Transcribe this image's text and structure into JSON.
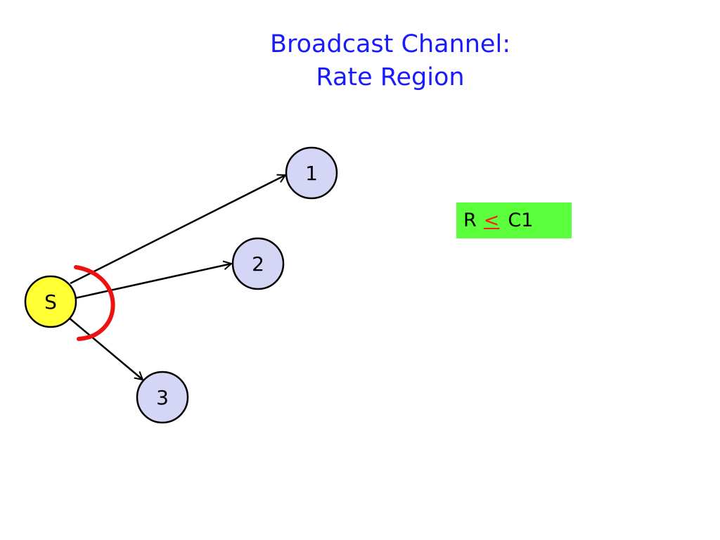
{
  "slide": {
    "title_line1": "Broadcast Channel:",
    "title_line2": "Rate Region"
  },
  "diagram": {
    "source_node": {
      "label": "S",
      "fill": "#ffff33"
    },
    "receiver_nodes": [
      {
        "label": "1",
        "fill": "#d5d5f5"
      },
      {
        "label": "2",
        "fill": "#d5d5f5"
      },
      {
        "label": "3",
        "fill": "#d5d5f5"
      }
    ],
    "cut_color": "#ee1111"
  },
  "constraint": {
    "lhs": "R",
    "operator": "<",
    "rhs": "C1",
    "background": "#5cff3c"
  }
}
